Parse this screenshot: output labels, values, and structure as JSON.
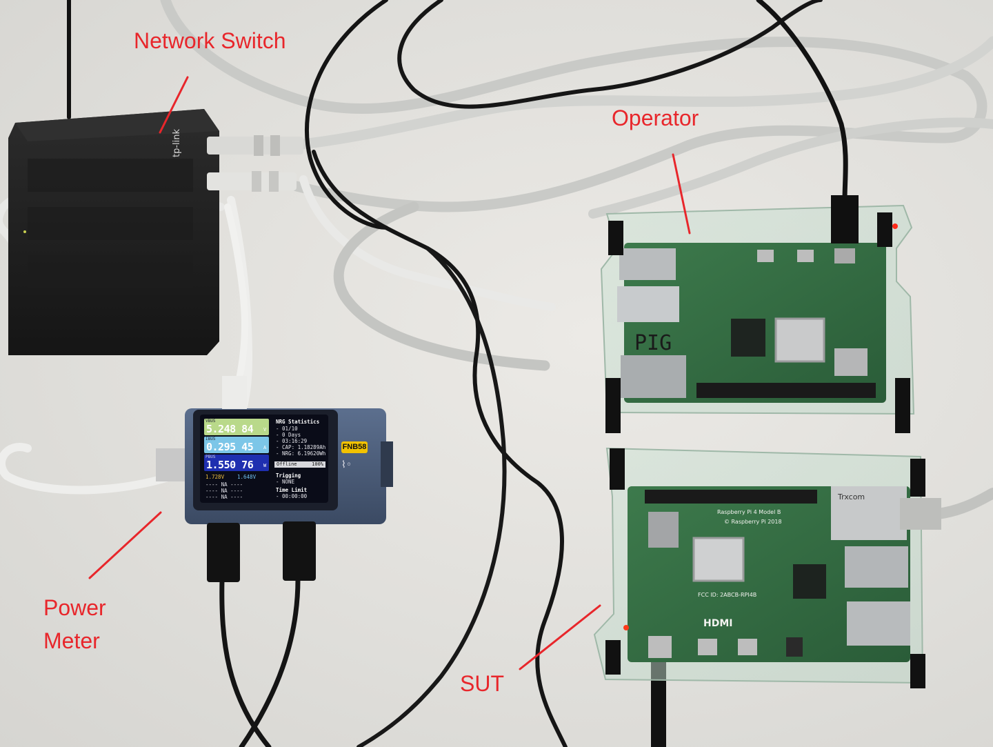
{
  "labels": {
    "network_switch": "Network Switch",
    "operator": "Operator",
    "power_meter_line1": "Power",
    "power_meter_line2": "Meter",
    "sut": "SUT"
  },
  "switch": {
    "brand": "tp-link"
  },
  "operator_pi": {
    "handwritten_tag": "PIG"
  },
  "power_meter": {
    "model_badge": "FNB58",
    "vbus_label": "VBUS",
    "vbus_value": "5.248 84",
    "vbus_unit": "V",
    "ibus_label": "IBUS",
    "ibus_value": "0.295 45",
    "ibus_unit": "A",
    "pbus_label": "PBUS",
    "pbus_value": "1.550 76",
    "pbus_unit": "W",
    "dplus": "1.728V",
    "dminus": "1.648V",
    "na_rows": [
      "---- NA ----",
      "---- NA ----",
      "---- NA ----"
    ],
    "stats_title": "NRG Statistics",
    "stats_lines": [
      "- 01/10",
      "- 0 Days",
      "- 03:16:29",
      "- CAP: 1.18289Ah",
      "- NRG: 6.19620Wh"
    ],
    "status": "Offline",
    "status_pct": "100%",
    "trig_title": "Trigging",
    "trig_value": "- NONE",
    "time_title": "Time Limit",
    "time_value": "- 00:00:00"
  },
  "sut_pi": {
    "silkscreen_1": "Raspberry Pi 4 Model B",
    "silkscreen_2": "© Raspberry Pi 2018",
    "hdmi": "HDMI",
    "ethernet_vendor": "Trxcom",
    "fcc_id": "FCC ID: 2ABCB-RPI4B"
  },
  "colors": {
    "label_red": "#e8262b",
    "pcb_green": "#2f6a3f",
    "vbus_box": "#b9d98a",
    "ibus_box": "#7cc6e8",
    "pbus_box": "#1f2fb0",
    "badge_yellow": "#f2c200"
  }
}
